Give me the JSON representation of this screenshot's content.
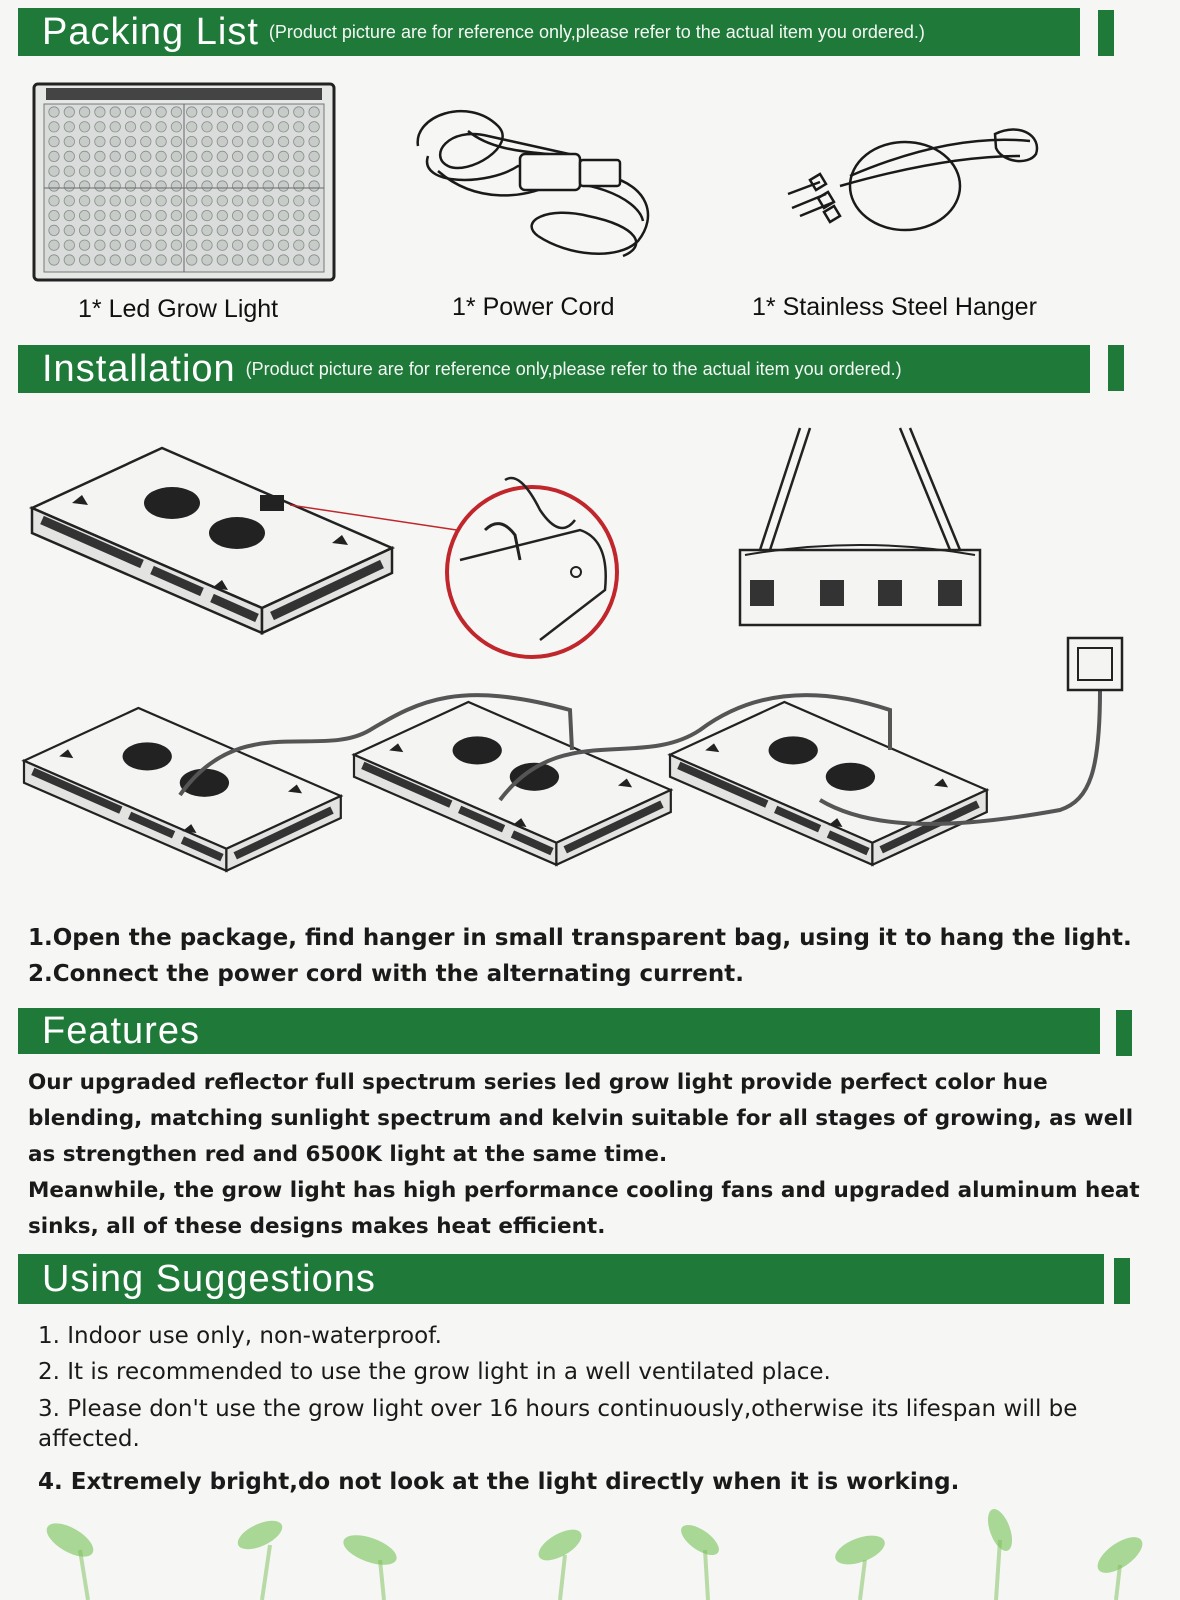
{
  "packing": {
    "title": "Packing List",
    "note": "(Product picture are for reference only,please refer to the actual item you ordered.)",
    "items": [
      {
        "label": "1* Led Grow Light"
      },
      {
        "label": "1* Power Cord"
      },
      {
        "label": "1*  Stainless Steel Hanger"
      }
    ]
  },
  "installation": {
    "title": "Installation",
    "note": "(Product picture are for reference only,please refer to the actual item you ordered.)",
    "steps": [
      "1.Open the package, find hanger in small transparent bag, using it to hang the light.",
      "2.Connect the power cord with the alternating current."
    ]
  },
  "features": {
    "title": "Features",
    "paragraphs": [
      "Our upgraded reflector full spectrum series led grow light provide perfect color hue blending, matching sunlight spectrum and kelvin suitable for all stages of growing, as well as strengthen red and 6500K light at the same time.",
      "Meanwhile, the grow light has high performance cooling fans and upgraded aluminum heat sinks, all of these designs makes heat efficient."
    ]
  },
  "suggestions": {
    "title": "Using Suggestions",
    "items": [
      "1. Indoor use only, non-waterproof.",
      "2. It is recommended to use the grow light in a well ventilated place.",
      "3. Please don't use the grow light over 16 hours continuously,otherwise its lifespan will be affected.",
      "4. Extremely bright,do not look at the light directly when it is working."
    ]
  },
  "colors": {
    "brand_green": "#1f7a3a",
    "ring_red": "#c0272d"
  }
}
